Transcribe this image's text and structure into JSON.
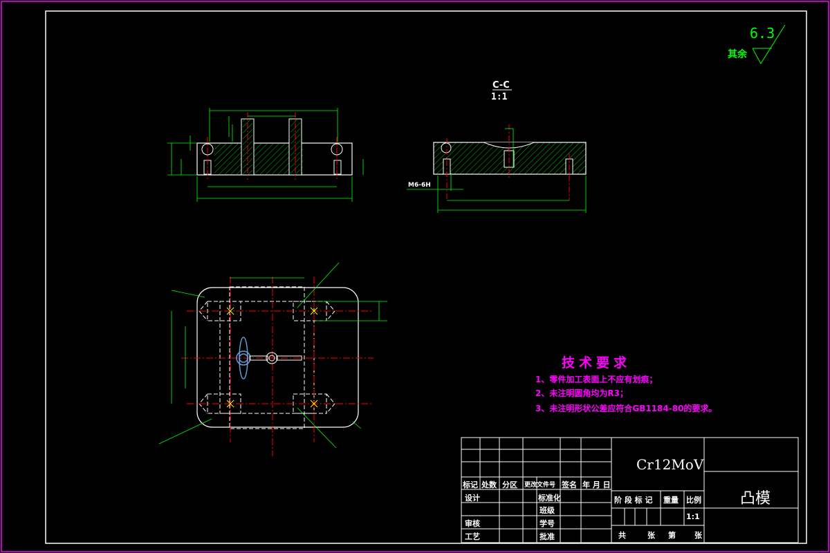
{
  "roughness": {
    "value": "6.3",
    "label": "其余"
  },
  "section": {
    "label": "C-C",
    "scale": "1:1"
  },
  "thread": "M6-6H",
  "technical_requirements": {
    "title": "技术要求",
    "items": [
      "1、零件加工表面上不应有划痕；",
      "2、未注明圆角均为R3；",
      "3、未注明形状公差应符合GB1184-80的要求。"
    ]
  },
  "title_block": {
    "material": "Cr12MoV",
    "part_name": "凸模",
    "revision_headers": [
      "标记",
      "处数",
      "分区",
      "更改文件号",
      "签名",
      "年 月 日"
    ],
    "roles": {
      "design": "设计",
      "standard": "标准化",
      "class": "班级",
      "review": "审核",
      "student_id": "学号",
      "process": "工艺",
      "approve": "批准"
    },
    "stage_headers": [
      "阶 段 标 记",
      "重量",
      "比例"
    ],
    "scale": "1:1",
    "sheet_text": {
      "total": "共",
      "sheets": "张",
      "number": "第",
      "sheet": "张"
    }
  },
  "colors": {
    "border": "#ff00ff",
    "outline": "#ffffff",
    "hatch": "#00ff00",
    "dimension": "#00ff00",
    "centerline": "#ff0000",
    "hidden": "#ffff00",
    "text_magenta": "#ff00ff",
    "part_blue": "#6a9bd8"
  }
}
